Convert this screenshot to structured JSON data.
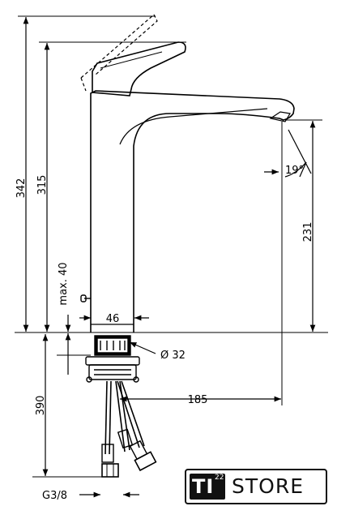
{
  "dimensions": {
    "total_height": "342",
    "body_height": "315",
    "max_above": "max. 40",
    "spout_height": "231",
    "base_width": "46",
    "hole_diameter": "Ø 32",
    "spout_reach": "185",
    "hose_length": "390",
    "connection": "G3/8",
    "spout_angle": "19°"
  },
  "logo": {
    "prefix": "TI",
    "superscript": "22",
    "word": "STORE"
  }
}
